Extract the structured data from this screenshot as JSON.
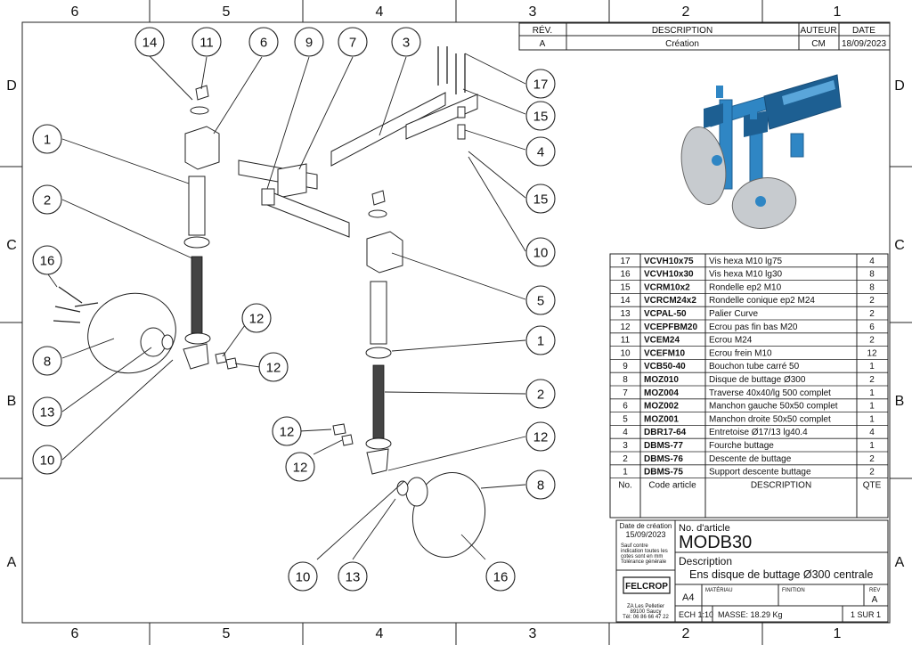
{
  "frame": {
    "col_labels": [
      "6",
      "5",
      "4",
      "3",
      "2",
      "1"
    ],
    "row_labels": [
      "D",
      "C",
      "B",
      "A"
    ]
  },
  "revision": {
    "headers": {
      "rev": "RÉV.",
      "description": "DESCRIPTION",
      "author": "AUTEUR",
      "date": "DATE"
    },
    "row": {
      "rev": "A",
      "description": "Création",
      "author": "CM",
      "date": "18/09/2023"
    }
  },
  "bom": {
    "headers": {
      "no": "No.",
      "code": "Code article",
      "description": "DESCRIPTION",
      "qty": "QTE"
    },
    "rows": [
      {
        "no": "17",
        "code": "VCVH10x75",
        "description": "Vis hexa M10 lg75",
        "qty": "4"
      },
      {
        "no": "16",
        "code": "VCVH10x30",
        "description": "Vis hexa M10 lg30",
        "qty": "8"
      },
      {
        "no": "15",
        "code": "VCRM10x2",
        "description": "Rondelle ep2 M10",
        "qty": "8"
      },
      {
        "no": "14",
        "code": "VCRCM24x2",
        "description": "Rondelle conique ep2 M24",
        "qty": "2"
      },
      {
        "no": "13",
        "code": "VCPAL-50",
        "description": "Palier Curve",
        "qty": "2"
      },
      {
        "no": "12",
        "code": "VCEPFBM20",
        "description": "Ecrou pas fin bas M20",
        "qty": "6"
      },
      {
        "no": "11",
        "code": "VCEM24",
        "description": "Ecrou M24",
        "qty": "2"
      },
      {
        "no": "10",
        "code": "VCEFM10",
        "description": "Ecrou frein M10",
        "qty": "12"
      },
      {
        "no": "9",
        "code": "VCB50-40",
        "description": "Bouchon tube carré 50",
        "qty": "1"
      },
      {
        "no": "8",
        "code": "MOZ010",
        "description": "Disque de buttage Ø300",
        "qty": "2"
      },
      {
        "no": "7",
        "code": "MOZ004",
        "description": "Traverse 40x40/lg 500 complet",
        "qty": "1"
      },
      {
        "no": "6",
        "code": "MOZ002",
        "description": "Manchon gauche 50x50 complet",
        "qty": "1"
      },
      {
        "no": "5",
        "code": "MOZ001",
        "description": "Manchon droite 50x50 complet",
        "qty": "1"
      },
      {
        "no": "4",
        "code": "DBR17-64",
        "description": "Entretoise Ø17/13 lg40.4",
        "qty": "4"
      },
      {
        "no": "3",
        "code": "DBMS-77",
        "description": "Fourche buttage",
        "qty": "1"
      },
      {
        "no": "2",
        "code": "DBMS-76",
        "description": "Descente de buttage",
        "qty": "2"
      },
      {
        "no": "1",
        "code": "DBMS-75",
        "description": "Support descente buttage",
        "qty": "2"
      }
    ]
  },
  "title_block": {
    "creation_label": "Date de création",
    "creation_date": "15/09/2023",
    "notes": [
      "Sauf contre",
      "indication toutes les",
      "cotes sont en mm",
      "Tolérance générale"
    ],
    "article_label": "No. d'article",
    "article_no": "MODB30",
    "description_label": "Description",
    "description": "Ens disque de buttage Ø300 centrale",
    "logo": "FELCROP",
    "address": [
      "ZA Les Pelletier",
      "89100 Saucy",
      "Tél: 06 86 66 47 22"
    ],
    "format": "A4",
    "material_label": "MATÉRIAU",
    "finish_label": "FINITION",
    "rev_label": "REV",
    "rev": "A",
    "scale": "ECH 1:10",
    "mass": "MASSE: 18.29 Kg",
    "sheet": "1 SUR 1"
  },
  "balloons": {
    "b14": "14",
    "b11": "11",
    "b6": "6",
    "b9": "9",
    "b7": "7",
    "b3": "3",
    "b17": "17",
    "b15a": "15",
    "b4": "4",
    "b15b": "15",
    "b10a": "10",
    "b5": "5",
    "b1a": "1",
    "b2a": "2",
    "b1b": "1",
    "b2b": "2",
    "b16a": "16",
    "b8a": "8",
    "b13a": "13",
    "b10b": "10",
    "b12a": "12",
    "b12b": "12",
    "b12c": "12",
    "b12d": "12",
    "b12e": "12",
    "b8b": "8",
    "b16b": "16",
    "b13b": "13",
    "b10c": "10"
  },
  "colors": {
    "render_blue": "#2f86c4",
    "render_dark": "#1d5f92",
    "line": "#222222"
  }
}
